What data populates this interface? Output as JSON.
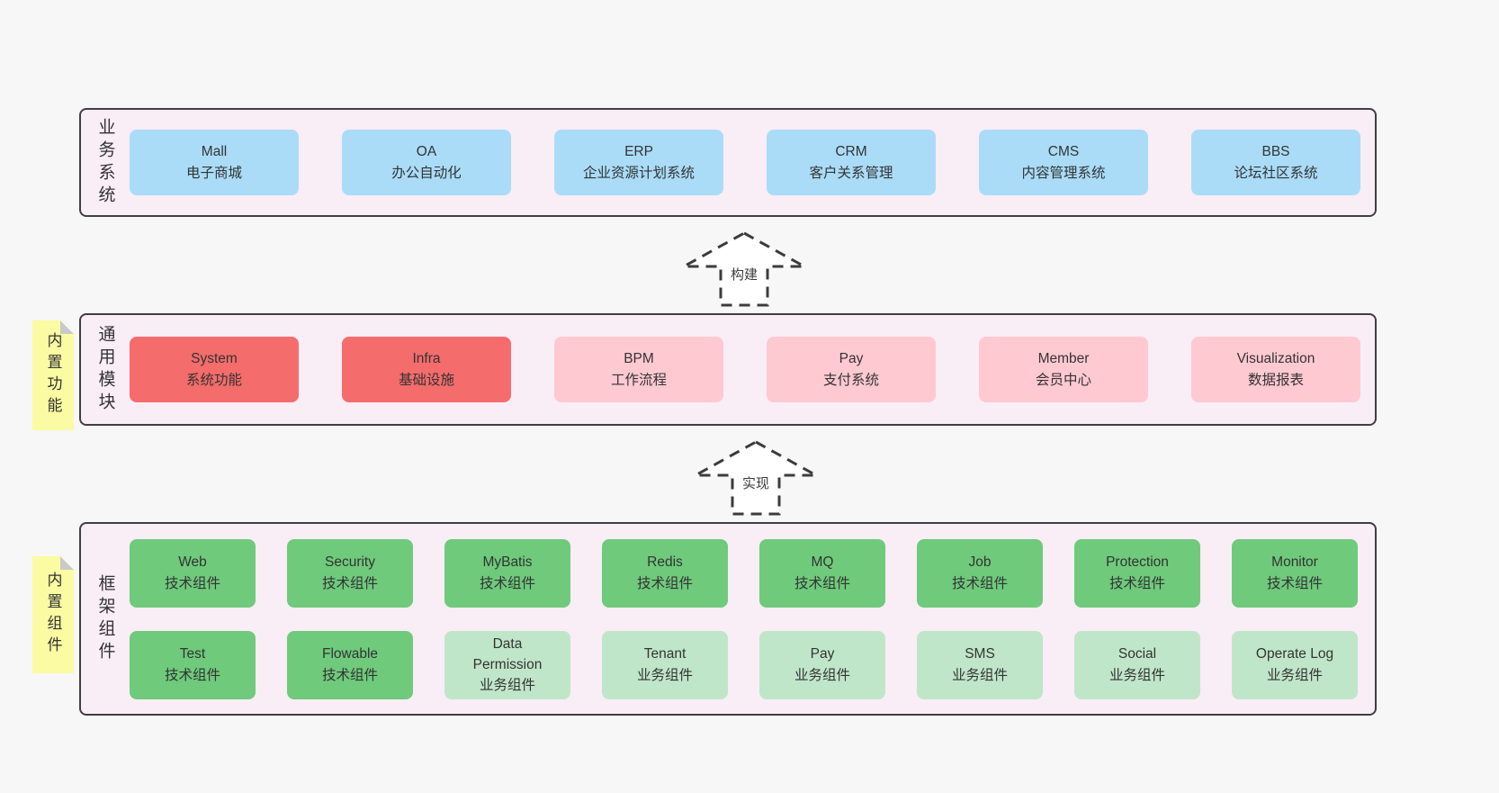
{
  "colors": {
    "page_background": "#f7f7f7",
    "panel_background": "#f9edf6",
    "panel_border": "#3f3f3f",
    "blue_box": "#aadcf8",
    "red_box": "#f56c6c",
    "pink_box": "#ffc9d2",
    "green_box": "#6fca7c",
    "light_green_box": "#c0e6c9",
    "sticky_tag": "#fbfba3",
    "tag_fold": "#c9c9c9",
    "text": "#333333"
  },
  "arrows": [
    {
      "label": "构建"
    },
    {
      "label": "实现"
    }
  ],
  "sections": [
    {
      "label": "业务系统",
      "tag": "",
      "rows": [
        {
          "boxes": [
            {
              "title": "Mall",
              "subtitle": "电子商城",
              "color": "blue"
            },
            {
              "title": "OA",
              "subtitle": "办公自动化",
              "color": "blue"
            },
            {
              "title": "ERP",
              "subtitle": "企业资源计划系统",
              "color": "blue"
            },
            {
              "title": "CRM",
              "subtitle": "客户关系管理",
              "color": "blue"
            },
            {
              "title": "CMS",
              "subtitle": "内容管理系统",
              "color": "blue"
            },
            {
              "title": "BBS",
              "subtitle": "论坛社区系统",
              "color": "blue"
            }
          ]
        }
      ]
    },
    {
      "label": "通用模块",
      "tag": "内置功能",
      "rows": [
        {
          "boxes": [
            {
              "title": "System",
              "subtitle": "系统功能",
              "color": "red"
            },
            {
              "title": "Infra",
              "subtitle": "基础设施",
              "color": "red"
            },
            {
              "title": "BPM",
              "subtitle": "工作流程",
              "color": "pink"
            },
            {
              "title": "Pay",
              "subtitle": "支付系统",
              "color": "pink"
            },
            {
              "title": "Member",
              "subtitle": "会员中心",
              "color": "pink"
            },
            {
              "title": "Visualization",
              "subtitle": "数据报表",
              "color": "pink"
            }
          ]
        }
      ]
    },
    {
      "label": "框架组件",
      "tag": "内置组件",
      "rows": [
        {
          "boxes": [
            {
              "title": "Web",
              "subtitle": "技术组件",
              "color": "green"
            },
            {
              "title": "Security",
              "subtitle": "技术组件",
              "color": "green"
            },
            {
              "title": "MyBatis",
              "subtitle": "技术组件",
              "color": "green"
            },
            {
              "title": "Redis",
              "subtitle": "技术组件",
              "color": "green"
            },
            {
              "title": "MQ",
              "subtitle": "技术组件",
              "color": "green"
            },
            {
              "title": "Job",
              "subtitle": "技术组件",
              "color": "green"
            },
            {
              "title": "Protection",
              "subtitle": "技术组件",
              "color": "green"
            },
            {
              "title": "Monitor",
              "subtitle": "技术组件",
              "color": "green"
            }
          ]
        },
        {
          "boxes": [
            {
              "title": "Test",
              "subtitle": "技术组件",
              "color": "green"
            },
            {
              "title": "Flowable",
              "subtitle": "技术组件",
              "color": "green"
            },
            {
              "title": "Data\nPermission",
              "subtitle": "业务组件",
              "color": "light_green"
            },
            {
              "title": "Tenant",
              "subtitle": "业务组件",
              "color": "light_green"
            },
            {
              "title": "Pay",
              "subtitle": "业务组件",
              "color": "light_green"
            },
            {
              "title": "SMS",
              "subtitle": "业务组件",
              "color": "light_green"
            },
            {
              "title": "Social",
              "subtitle": "业务组件",
              "color": "light_green"
            },
            {
              "title": "Operate Log",
              "subtitle": "业务组件",
              "color": "light_green"
            }
          ]
        }
      ]
    }
  ]
}
